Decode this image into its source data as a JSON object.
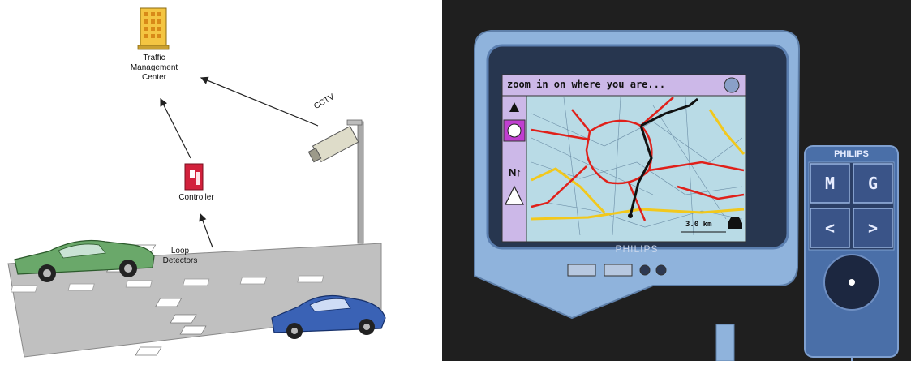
{
  "diagram": {
    "tmc_label": "Traffic Management Center",
    "cctv_label": "CCTV",
    "controller_label": "Controller",
    "loop_label": "Loop Detectors"
  },
  "navigator": {
    "header_text": "zoom in on where you are...",
    "scale_text": "3.0 km",
    "north_text": "N↑",
    "brand": "PHILIPS"
  },
  "remote": {
    "brand": "PHILIPS",
    "btn_m": "M",
    "btn_g": "G",
    "btn_left": "<",
    "btn_right": ">"
  },
  "colors": {
    "road": "#c0c0c0",
    "map_bg": "#b9dbe6",
    "major_road": "#e0201a",
    "highway": "#f2c81c",
    "route": "#111111",
    "device_frame": "#8fb3dc",
    "remote_body": "#4a6fa8"
  }
}
